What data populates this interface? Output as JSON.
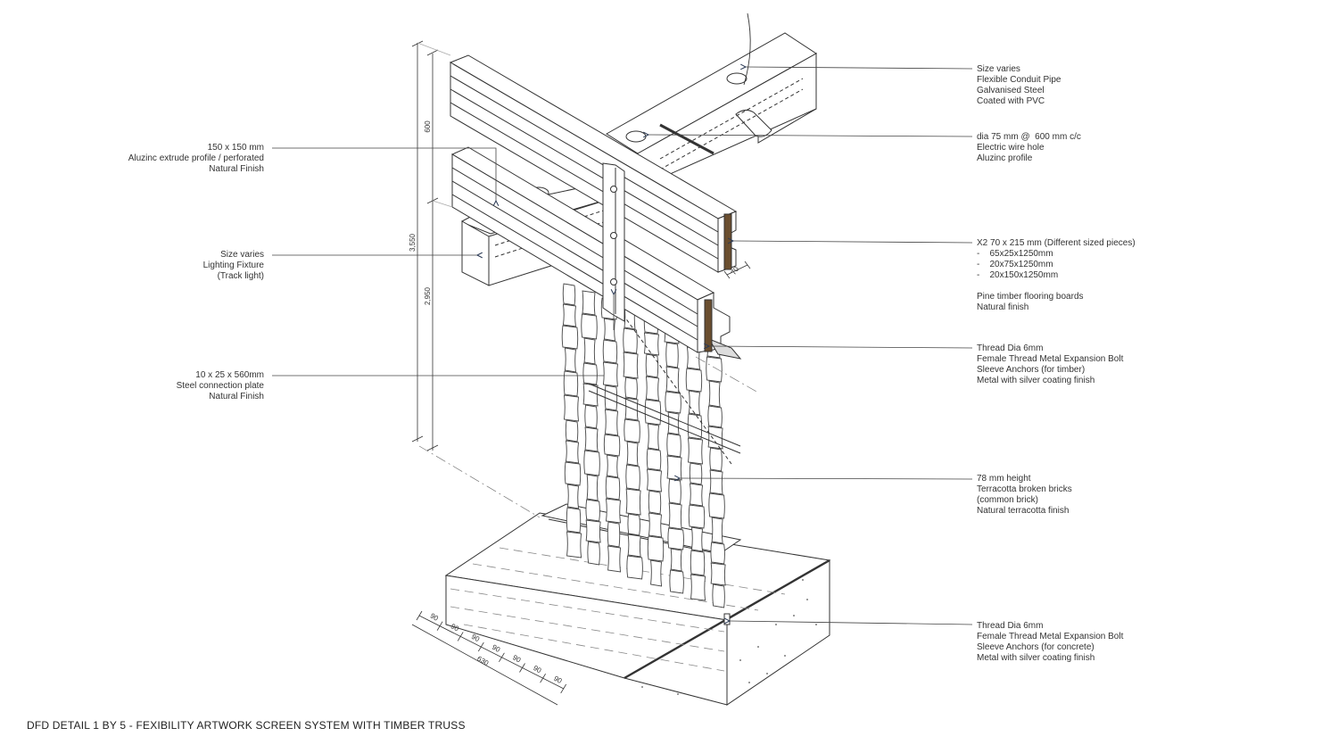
{
  "caption": "DFD DETAIL 1 BY 5 - FEXIBILITY ARTWORK SCREEN SYSTEM  WITH TIMBER TRUSS",
  "colors": {
    "line": "#333333",
    "leader": "#444444",
    "arrow": "#2b3a55",
    "paper": "#ffffff"
  },
  "notes_left": [
    {
      "id": "aluzinc-profile",
      "lines": [
        "150 x 150 mm",
        "Aluzinc extrude profile / perforated",
        "Natural Finish"
      ]
    },
    {
      "id": "lighting-fixture",
      "lines": [
        "Size varies",
        "Lighting Fixture",
        "(Track light)"
      ]
    },
    {
      "id": "connection-plate",
      "lines": [
        "10 x 25 x 560mm",
        "Steel connection plate",
        "Natural Finish"
      ]
    }
  ],
  "notes_right": [
    {
      "id": "conduit-pipe",
      "lines": [
        "Size varies",
        "Flexible Conduit Pipe",
        "Galvanised Steel",
        "Coated with PVC"
      ]
    },
    {
      "id": "wire-hole",
      "lines": [
        "dia 75 mm @  600 mm c/c",
        "Electric wire hole",
        "Aluzinc profile"
      ]
    },
    {
      "id": "timber-boards",
      "lines": [
        "X2 70 x 215 mm (Different sized pieces)",
        "-    65x25x1250mm",
        "-    20x75x1250mm",
        "-    20x150x1250mm",
        "",
        "Pine timber flooring boards",
        "Natural finish"
      ]
    },
    {
      "id": "timber-bolt",
      "lines": [
        "Thread Dia 6mm",
        "Female Thread Metal Expansion Bolt",
        "Sleeve Anchors (for timber)",
        "Metal with silver coating finish"
      ]
    },
    {
      "id": "terracotta",
      "lines": [
        "78 mm height",
        "Terracotta broken bricks",
        "(common brick)",
        "Natural terracotta finish"
      ]
    },
    {
      "id": "concrete-bolt",
      "lines": [
        "Thread Dia 6mm",
        "Female Thread Metal Expansion Bolt",
        "Sleeve Anchors (for concrete)",
        "Metal with silver coating finish"
      ]
    }
  ],
  "dimensions": {
    "overall_height": "3,550",
    "upper_height": "600",
    "lower_height": "2,950",
    "board_thickness": "70",
    "spacing": [
      "90",
      "90",
      "90",
      "90",
      "90",
      "90",
      "90"
    ],
    "total_width": "630"
  }
}
